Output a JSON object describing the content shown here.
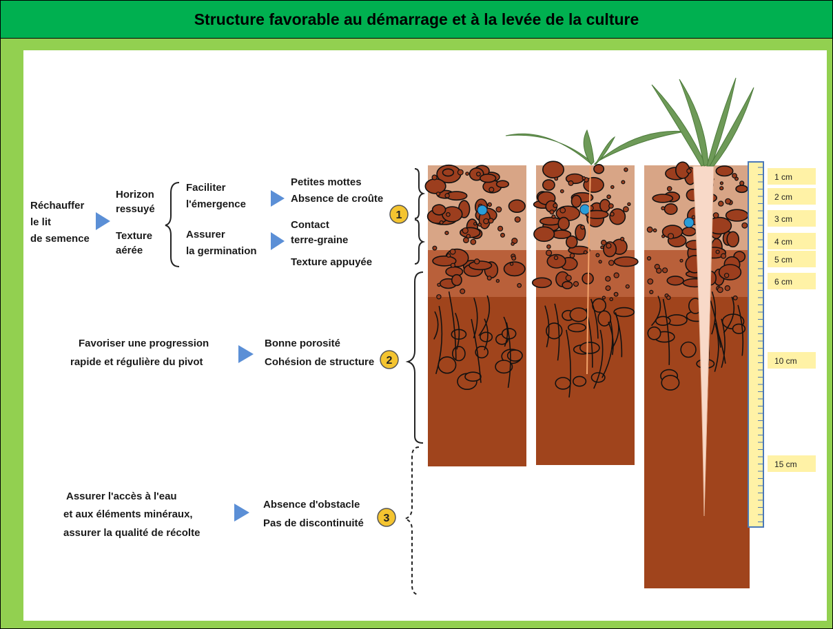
{
  "title": "Structure favorable au démarrage et à la levée de la culture",
  "colors": {
    "frame": "#92d050",
    "title_bar": "#00b050",
    "soil_dark": "#a0441c",
    "soil_light": "#d8a586",
    "clod": "#9c3e1e",
    "leaf": "#6e9a58",
    "root": "#f8d9c8",
    "seed": "#2a9dd8",
    "ruler": "#fff2a6",
    "badge": "#f4c430",
    "arrow": "#5b8fd6"
  },
  "zone1": {
    "badge": "1",
    "goal_lines": [
      "Réchauffer",
      "le lit",
      "de semence"
    ],
    "horizon_lines": [
      "Horizon",
      "ressuyé"
    ],
    "texture_lines": [
      "Texture",
      "aérée"
    ],
    "faciliter_lines": [
      "Faciliter",
      "l'émergence"
    ],
    "assurer_lines": [
      "Assurer",
      "la germination"
    ],
    "result_a_lines": [
      "Petites mottes",
      "Absence de croûte"
    ],
    "result_b_lines": [
      "Contact",
      "terre-graine",
      "Texture appuyée"
    ]
  },
  "zone2": {
    "badge": "2",
    "goal_lines": [
      "Favoriser une progression",
      "rapide et régulière du pivot"
    ],
    "result_lines": [
      "Bonne porosité",
      "Cohésion de structure"
    ]
  },
  "zone3": {
    "badge": "3",
    "goal_lines": [
      "Assurer l'accès à l'eau",
      "et aux éléments minéraux,",
      "assurer la qualité de récolte"
    ],
    "result_lines": [
      "Absence d'obstacle",
      "Pas de discontinuité"
    ]
  },
  "ruler": {
    "labels": [
      "1 cm",
      "2 cm",
      "3 cm",
      "4 cm",
      "5 cm",
      "6 cm",
      "10 cm",
      "15 cm"
    ]
  }
}
